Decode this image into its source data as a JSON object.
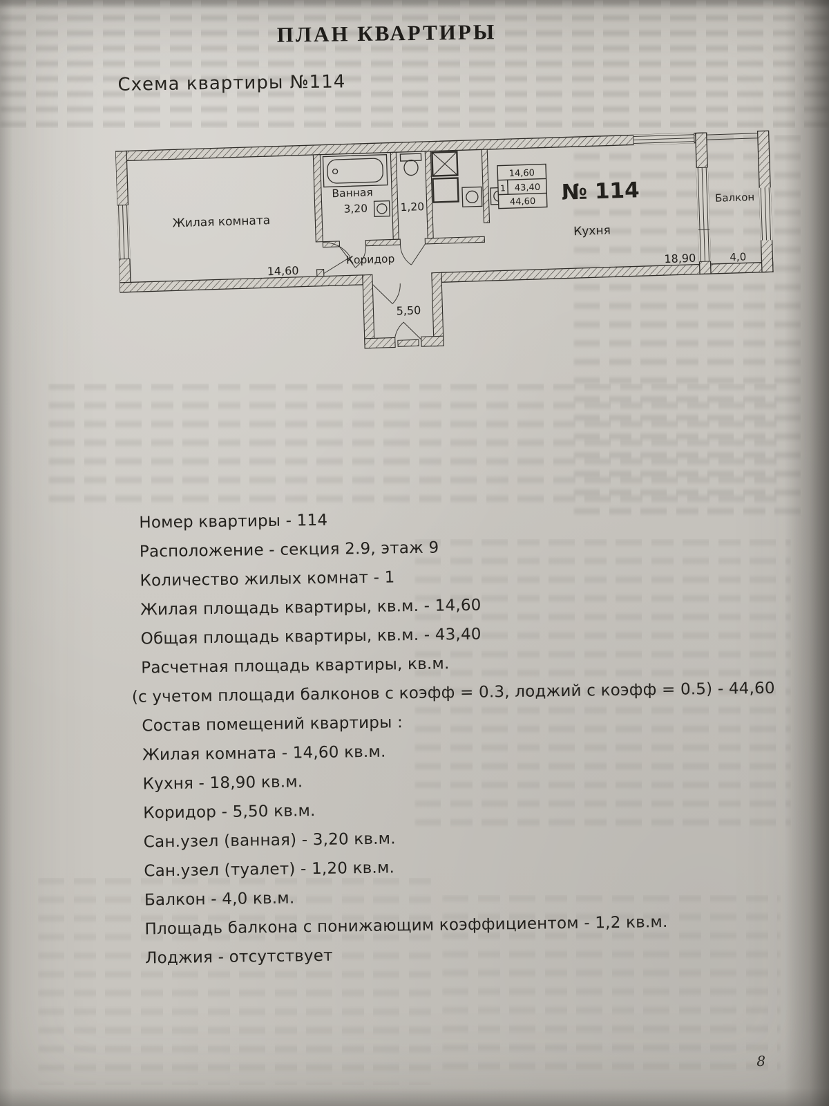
{
  "page": {
    "title": "ПЛАН КВАРТИРЫ",
    "subtitle": "Схема квартиры №114",
    "page_number": "8"
  },
  "plan": {
    "apartment_number": "№ 114",
    "labels": {
      "living_room": "Жилая комната",
      "living_area": "14,60",
      "bathroom": "Ванная",
      "bathroom_area": "3,20",
      "wc_area": "1,20",
      "corridor": "Коридор",
      "corridor_area": "5,50",
      "kitchen": "Кухня",
      "kitchen_area": "18,90",
      "balcony": "Балкон",
      "balcony_area": "4,0"
    },
    "stamp": {
      "living_area": "14,60",
      "rooms_count": "1",
      "total_area": "43,40",
      "calculated_area": "44,60"
    }
  },
  "details": {
    "lines": [
      "Номер квартиры - 114",
      "Расположение - секция 2.9, этаж 9",
      "Количество жилых комнат - 1",
      "Жилая площадь квартиры, кв.м. - 14,60",
      "Общая площадь квартиры, кв.м. - 43,40",
      "Расчетная площадь квартиры, кв.м.",
      "(с учетом площади балконов с коэфф = 0.3, лоджий с коэфф = 0.5) - 44,60",
      "Состав помещений квартиры :",
      "Жилая комната - 14,60 кв.м.",
      "Кухня - 18,90 кв.м.",
      "Коридор - 5,50 кв.м.",
      "Сан.узел (ванная) - 3,20 кв.м.",
      "Сан.узел (туалет) - 1,20 кв.м.",
      "Балкон - 4,0 кв.м.",
      "Площадь балкона с понижающим коэффициентом - 1,2 кв.м.",
      "Лоджия - отсутствует"
    ]
  }
}
